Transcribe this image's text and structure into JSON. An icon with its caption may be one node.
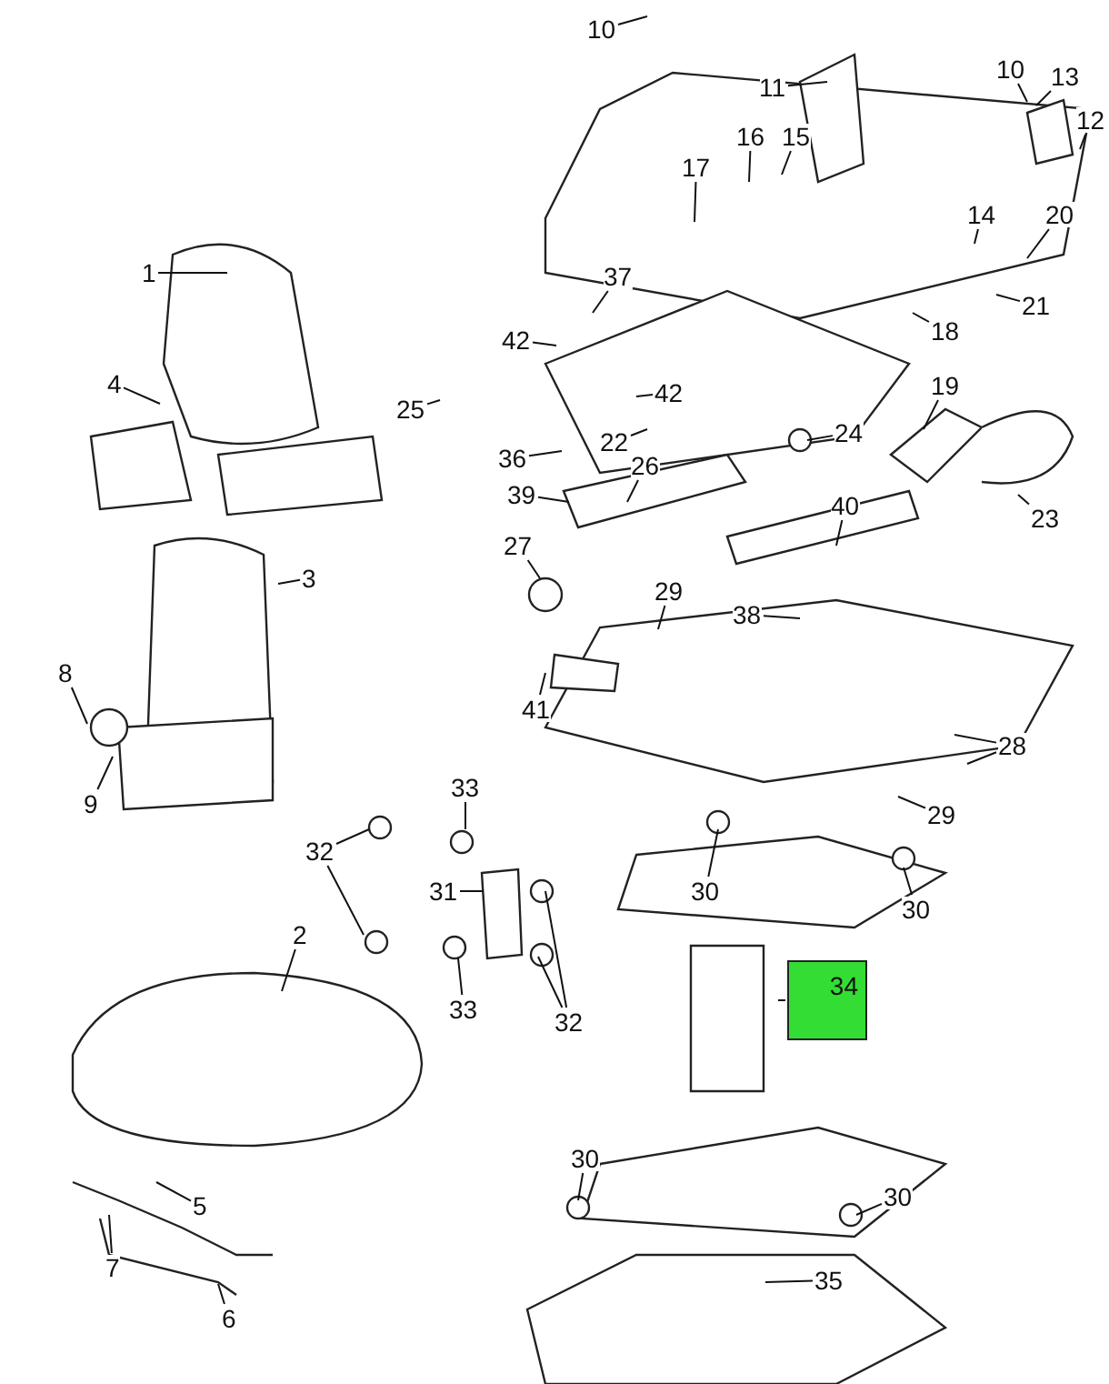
{
  "diagram": {
    "nodes": [
      {
        "text": [
          "10"
        ]
      },
      {
        "text": [
          "11"
        ]
      },
      {
        "text": [
          "10"
        ]
      },
      {
        "text": [
          "13"
        ]
      },
      {
        "text": [
          "12"
        ]
      },
      {
        "text": [
          "17"
        ]
      },
      {
        "text": [
          "16"
        ]
      },
      {
        "text": [
          "15"
        ]
      },
      {
        "text": [
          "14"
        ]
      },
      {
        "text": [
          "20"
        ]
      },
      {
        "text": [
          "21"
        ]
      },
      {
        "text": [
          "18"
        ]
      },
      {
        "text": [
          "1"
        ]
      },
      {
        "text": [
          "4"
        ]
      },
      {
        "text": [
          "42"
        ]
      },
      {
        "text": [
          "37"
        ]
      },
      {
        "text": [
          "25"
        ]
      },
      {
        "text": [
          "42"
        ]
      },
      {
        "text": [
          "22"
        ]
      },
      {
        "text": [
          "24"
        ]
      },
      {
        "text": [
          "36"
        ]
      },
      {
        "text": [
          "19"
        ]
      },
      {
        "text": [
          "23"
        ]
      },
      {
        "text": [
          "26"
        ]
      },
      {
        "text": [
          "40"
        ]
      },
      {
        "text": [
          "39"
        ]
      },
      {
        "text": [
          "27"
        ]
      },
      {
        "text": [
          "29"
        ]
      },
      {
        "text": [
          "38"
        ]
      },
      {
        "text": [
          "41"
        ]
      },
      {
        "text": [
          "28"
        ]
      },
      {
        "text": [
          "29"
        ]
      },
      {
        "text": [
          "3"
        ]
      },
      {
        "text": [
          "8"
        ]
      },
      {
        "text": [
          "9"
        ]
      },
      {
        "text": [
          "33"
        ]
      },
      {
        "text": [
          "32"
        ]
      },
      {
        "text": [
          "31"
        ]
      },
      {
        "text": [
          "30"
        ]
      },
      {
        "text": [
          "30"
        ]
      },
      {
        "text": [
          "34"
        ]
      },
      {
        "text": [
          "2"
        ]
      },
      {
        "text": [
          "33"
        ]
      },
      {
        "text": [
          "32"
        ]
      },
      {
        "text": [
          "5"
        ]
      },
      {
        "text": [
          "7"
        ]
      },
      {
        "text": [
          "6"
        ]
      },
      {
        "text": [
          "30"
        ]
      },
      {
        "text": [
          "30"
        ]
      },
      {
        "text": [
          "35"
        ]
      }
    ],
    "edges": [
      {
        "from": 0,
        "to": null,
        "arrow": "none"
      },
      {
        "from": 1,
        "to": null,
        "arrow": "none"
      },
      {
        "from": 2,
        "to": null,
        "arrow": "none"
      },
      {
        "from": 3,
        "to": null,
        "arrow": "none"
      },
      {
        "from": 4,
        "to": null,
        "arrow": "none"
      },
      {
        "from": 5,
        "to": null,
        "arrow": "none"
      },
      {
        "from": 6,
        "to": null,
        "arrow": "none"
      },
      {
        "from": 7,
        "to": null,
        "arrow": "none"
      },
      {
        "from": 8,
        "to": null,
        "arrow": "none"
      },
      {
        "from": 9,
        "to": null,
        "arrow": "none"
      },
      {
        "from": 10,
        "to": null,
        "arrow": "none"
      },
      {
        "from": 11,
        "to": null,
        "arrow": "none"
      },
      {
        "from": 12,
        "to": null,
        "arrow": "none"
      },
      {
        "from": 13,
        "to": null,
        "arrow": "none"
      },
      {
        "from": 14,
        "to": null,
        "arrow": "none"
      },
      {
        "from": 15,
        "to": null,
        "arrow": "none"
      },
      {
        "from": 16,
        "to": null,
        "arrow": "none"
      },
      {
        "from": 17,
        "to": null,
        "arrow": "none"
      },
      {
        "from": 18,
        "to": null,
        "arrow": "none"
      },
      {
        "from": 19,
        "to": null,
        "arrow": "none"
      },
      {
        "from": 20,
        "to": null,
        "arrow": "none"
      },
      {
        "from": 21,
        "to": null,
        "arrow": "none"
      },
      {
        "from": 22,
        "to": null,
        "arrow": "none"
      },
      {
        "from": 23,
        "to": null,
        "arrow": "none"
      },
      {
        "from": 24,
        "to": null,
        "arrow": "none"
      },
      {
        "from": 25,
        "to": null,
        "arrow": "none"
      },
      {
        "from": 26,
        "to": null,
        "arrow": "none"
      },
      {
        "from": 27,
        "to": null,
        "arrow": "none"
      },
      {
        "from": 28,
        "to": null,
        "arrow": "none"
      },
      {
        "from": 29,
        "to": null,
        "arrow": "none"
      },
      {
        "from": 30,
        "to": null,
        "arrow": "none"
      },
      {
        "from": 30,
        "to": null,
        "arrow": "none"
      },
      {
        "from": 31,
        "to": null,
        "arrow": "none"
      },
      {
        "from": 32,
        "to": null,
        "arrow": "none"
      },
      {
        "from": 33,
        "to": null,
        "arrow": "none"
      },
      {
        "from": 34,
        "to": null,
        "arrow": "none"
      },
      {
        "from": 35,
        "to": null,
        "arrow": "none"
      },
      {
        "from": 36,
        "to": null,
        "arrow": "none"
      },
      {
        "from": 36,
        "to": null,
        "arrow": "none"
      },
      {
        "from": 37,
        "to": null,
        "arrow": "none"
      },
      {
        "from": 38,
        "to": null,
        "arrow": "none"
      },
      {
        "from": 39,
        "to": null,
        "arrow": "none"
      },
      {
        "from": 40,
        "to": null,
        "arrow": "none"
      },
      {
        "from": 41,
        "to": null,
        "arrow": "none"
      },
      {
        "from": 42,
        "to": null,
        "arrow": "none"
      },
      {
        "from": 43,
        "to": null,
        "arrow": "none"
      },
      {
        "from": 43,
        "to": null,
        "arrow": "none"
      },
      {
        "from": 44,
        "to": null,
        "arrow": "none"
      },
      {
        "from": 45,
        "to": null,
        "arrow": "none"
      },
      {
        "from": 46,
        "to": null,
        "arrow": "none"
      },
      {
        "from": 47,
        "to": null,
        "arrow": "none"
      },
      {
        "from": 48,
        "to": null,
        "arrow": "none"
      },
      {
        "from": 49,
        "to": null,
        "arrow": "none"
      }
    ]
  }
}
